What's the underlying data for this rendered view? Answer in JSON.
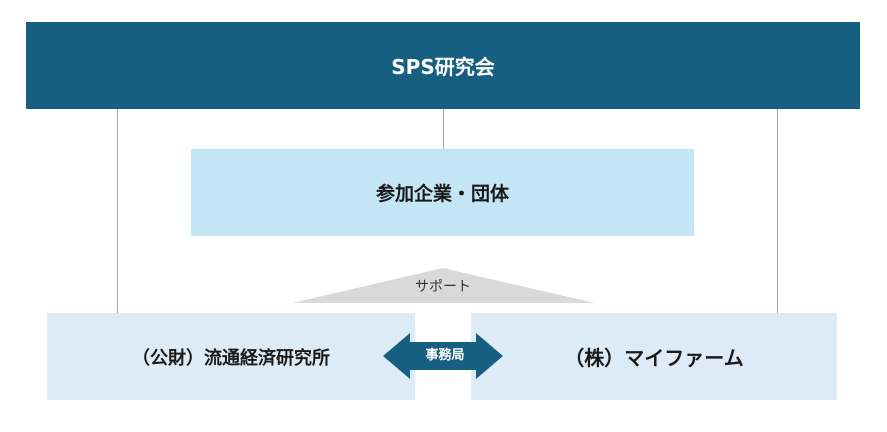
{
  "diagram": {
    "top_box": "SPS研究会",
    "middle_box": "参加企業・団体",
    "support_label": "サポート",
    "left_box": "（公財）流通経済研究所",
    "right_box": "（株）マイファーム",
    "arrow_label": "事務局"
  },
  "colors": {
    "dark_blue": "#175f80",
    "light_blue": "#c3e5f5",
    "pale_blue": "#dcebf6",
    "triangle_gray": "#d9d9d9",
    "line_gray": "#a6a6a6"
  }
}
